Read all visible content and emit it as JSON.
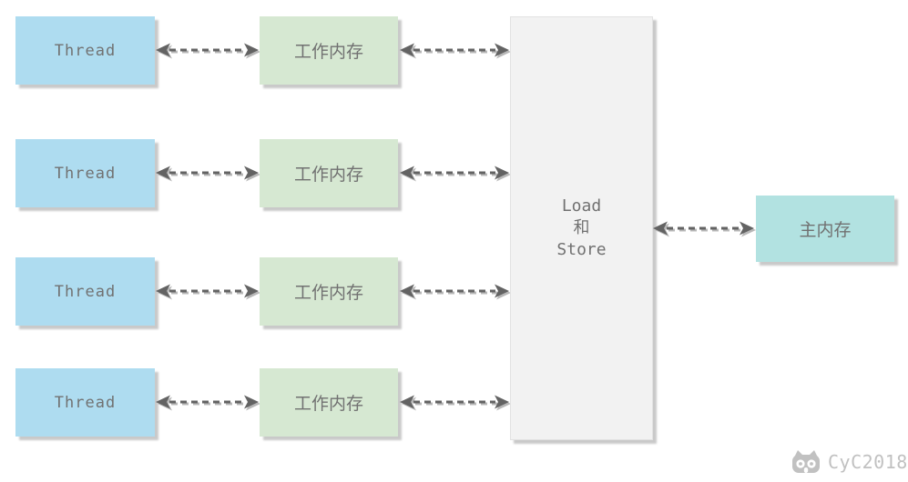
{
  "rows": [
    {
      "thread_label": "Thread",
      "working_memory_label": "工作内存"
    },
    {
      "thread_label": "Thread",
      "working_memory_label": "工作内存"
    },
    {
      "thread_label": "Thread",
      "working_memory_label": "工作内存"
    },
    {
      "thread_label": "Thread",
      "working_memory_label": "工作内存"
    }
  ],
  "load_store": {
    "line1": "Load",
    "line2": "和",
    "line3": "Store"
  },
  "main_memory": {
    "label": "主内存"
  },
  "watermark": {
    "text": "CyC2018"
  },
  "colors": {
    "background": "#ffffff",
    "thread_fill": "#aedcf0",
    "working_memory_fill": "#d6e8d2",
    "load_store_fill": "#f2f2f2",
    "main_memory_fill": "#b2e2e1",
    "text_color": "#717171",
    "arrow_color": "#636363",
    "arrow_shadow": "#b8b8b8",
    "box_shadow": "#c9c9c9",
    "watermark_color": "#c1c1c1"
  }
}
